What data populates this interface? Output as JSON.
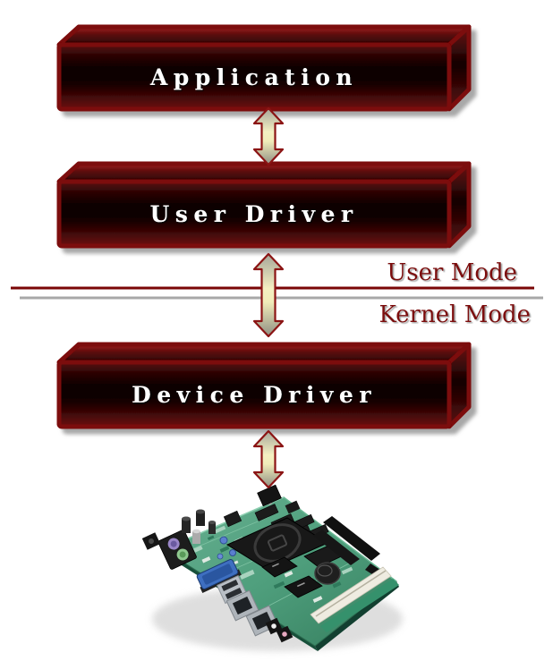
{
  "stack_boxes": [
    {
      "label": "Application"
    },
    {
      "label": "User Driver"
    },
    {
      "label": "Device Driver"
    }
  ],
  "divider": {
    "user_mode_label": "User Mode",
    "kernel_mode_label": "Kernel Mode"
  },
  "colors": {
    "box_border_red": "#7c0707",
    "box_label_text": "#ffffff",
    "divider_red_line": "#7a0606",
    "divider_gray_line": "#a8a8a8",
    "mode_label_text": "#7c0909",
    "arrow_border": "#8b1414",
    "arrow_fill_mid": "#f4f0c2",
    "arrow_fill_end": "#a6a699",
    "pcb_green": "#4f9f7d"
  },
  "hardware": {
    "name": "embedded-motherboard-photo"
  }
}
